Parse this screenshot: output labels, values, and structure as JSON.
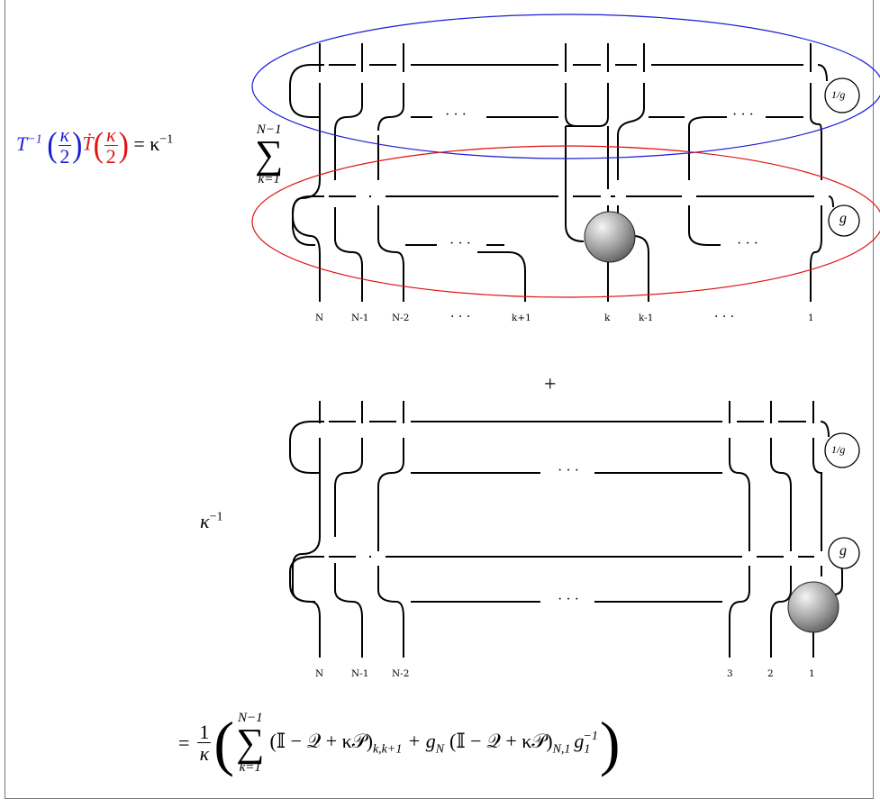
{
  "lhs": {
    "t_inv": "T",
    "t_inv_exp": "−1",
    "kappa": "κ",
    "two": "2",
    "t_dot": "Ṫ",
    "equals_kappa": "= κ",
    "kappa_exp": "−1",
    "sum_upper": "N−1",
    "sum_lower": "k=1"
  },
  "diagram1": {
    "bottom_labels": [
      "N",
      "N-1",
      "N-2",
      "· · ·",
      "k+1",
      "k",
      "k-1",
      "· · ·",
      "1"
    ],
    "node_top": "1/g",
    "node_bottom": "g",
    "ellipsis": "· · ·",
    "top_ellipse_color": "#1c1cd6",
    "bottom_ellipse_color": "#e01212"
  },
  "plus": "+",
  "diagram2": {
    "prefactor": "κ",
    "prefactor_exp": "−1",
    "bottom_labels": [
      "N",
      "N-1",
      "N-2",
      "3",
      "2",
      "1"
    ],
    "node_top": "1/g",
    "node_bottom": "g",
    "ellipsis": "· · ·"
  },
  "result": {
    "eq_one_over_kappa": "=",
    "one": "1",
    "kappa": "κ",
    "sum_upper": "N−1",
    "sum_lower": "k=1",
    "term1": "(𝕀 − 𝒬 + κ𝒫)",
    "term1_sub": "k,k+1",
    "plus_gn": "+ g",
    "gn_sub": "N",
    "term2": "(𝕀 − 𝒬 + κ𝒫)",
    "term2_sub": "N,1",
    "g1": "g",
    "g1_sub": "1",
    "g1_sup": "−1"
  }
}
